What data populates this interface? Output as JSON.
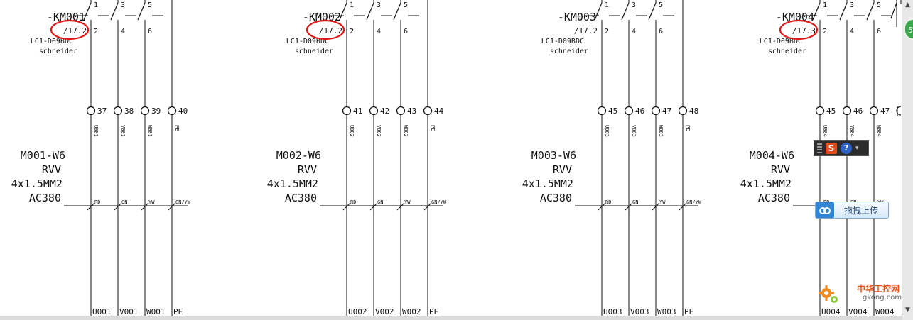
{
  "contactor_poles": [
    "1",
    "3",
    "5",
    "2",
    "4",
    "6"
  ],
  "circuits": [
    {
      "device_tag": "-KM001",
      "reference": "/17.2",
      "reference_circled": true,
      "model": "LC1-D09BDC",
      "maker": "schneider",
      "terminals": [
        "37",
        "38",
        "39",
        "40"
      ],
      "wires": [
        "U001",
        "V001",
        "W001",
        "PE"
      ],
      "cable_name": "M001-W6",
      "cable_type": "RVV",
      "cable_size": "4x1.5MM2",
      "cable_voltage": "AC380",
      "core_colors": [
        "RD",
        "GN",
        "YW",
        "GN/YW"
      ],
      "bottom_labels": [
        "U001",
        "V001",
        "W001",
        "PE"
      ]
    },
    {
      "device_tag": "-KM002",
      "reference": "/17.2",
      "reference_circled": true,
      "model": "LC1-D09BDC",
      "maker": "schneider",
      "terminals": [
        "41",
        "42",
        "43",
        "44"
      ],
      "wires": [
        "U002",
        "V002",
        "W002",
        "PE"
      ],
      "cable_name": "M002-W6",
      "cable_type": "RVV",
      "cable_size": "4x1.5MM2",
      "cable_voltage": "AC380",
      "core_colors": [
        "RD",
        "GN",
        "YW",
        "GN/YW"
      ],
      "bottom_labels": [
        "U002",
        "V002",
        "W002",
        "PE"
      ]
    },
    {
      "device_tag": "-KM003",
      "reference": "/17.2",
      "reference_circled": false,
      "model": "LC1-D09BDC",
      "maker": "schneider",
      "terminals": [
        "45",
        "46",
        "47",
        "48"
      ],
      "wires": [
        "U003",
        "V003",
        "W003",
        "PE"
      ],
      "cable_name": "M003-W6",
      "cable_type": "RVV",
      "cable_size": "4x1.5MM2",
      "cable_voltage": "AC380",
      "core_colors": [
        "RD",
        "GN",
        "YW",
        "GN/YW"
      ],
      "bottom_labels": [
        "U003",
        "V003",
        "W003",
        "PE"
      ]
    },
    {
      "device_tag": "-KM004",
      "reference": "/17.3",
      "reference_circled": true,
      "model": "LC1-D09BDC",
      "maker": "schneider",
      "terminals": [
        "45",
        "46",
        "47"
      ],
      "wires": [
        "U004",
        "V004",
        "W004"
      ],
      "cable_name": "M004-W6",
      "cable_type": "RVV",
      "cable_size": "4x1.5MM2",
      "cable_voltage": "AC380",
      "core_colors": [
        "RD",
        "GN",
        "YW"
      ],
      "bottom_labels": [
        "U004",
        "V004",
        "W004"
      ]
    }
  ],
  "overlays": {
    "ime_logo": "S",
    "ime_help": "?",
    "upload_label": "拖拽上传",
    "watermark_title": "中华工控网",
    "watermark_domain": "gkong.com",
    "badge": "5"
  },
  "colors": {
    "line": "#111111",
    "annotation": "#e01818",
    "watermark": "#e8541c"
  },
  "icons": {
    "upload": "cloud-upload-icon",
    "watermark": "gear-icon",
    "help": "help-icon",
    "scroll_up": "arrow-up-icon",
    "scroll_down": "arrow-down-icon"
  }
}
